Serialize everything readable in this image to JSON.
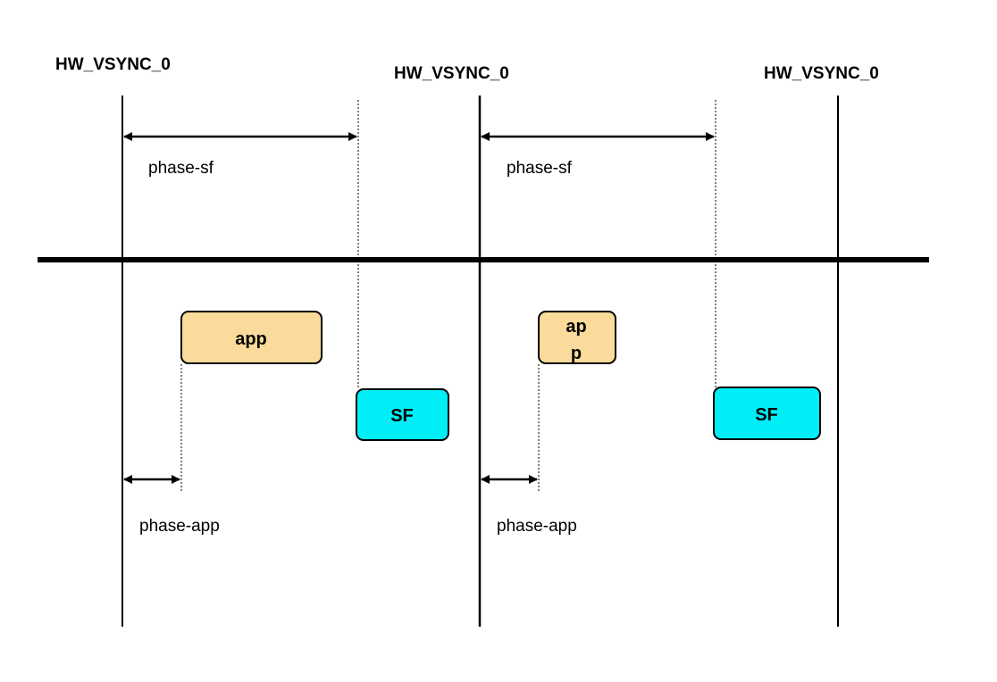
{
  "vsync_labels": [
    "HW_VSYNC_0",
    "HW_VSYNC_0",
    "HW_VSYNC_0"
  ],
  "phase_sf_labels": [
    "phase-sf",
    "phase-sf"
  ],
  "phase_app_labels": [
    "phase-app",
    "phase-app"
  ],
  "app_boxes": [
    {
      "lines": [
        "app"
      ]
    },
    {
      "lines": [
        "ap",
        "p"
      ]
    }
  ],
  "sf_boxes": [
    {
      "label": "SF"
    },
    {
      "label": "SF"
    }
  ],
  "colors": {
    "app_fill": "#fbdb9b",
    "sf_fill": "#00eef6",
    "line": "#000000"
  }
}
